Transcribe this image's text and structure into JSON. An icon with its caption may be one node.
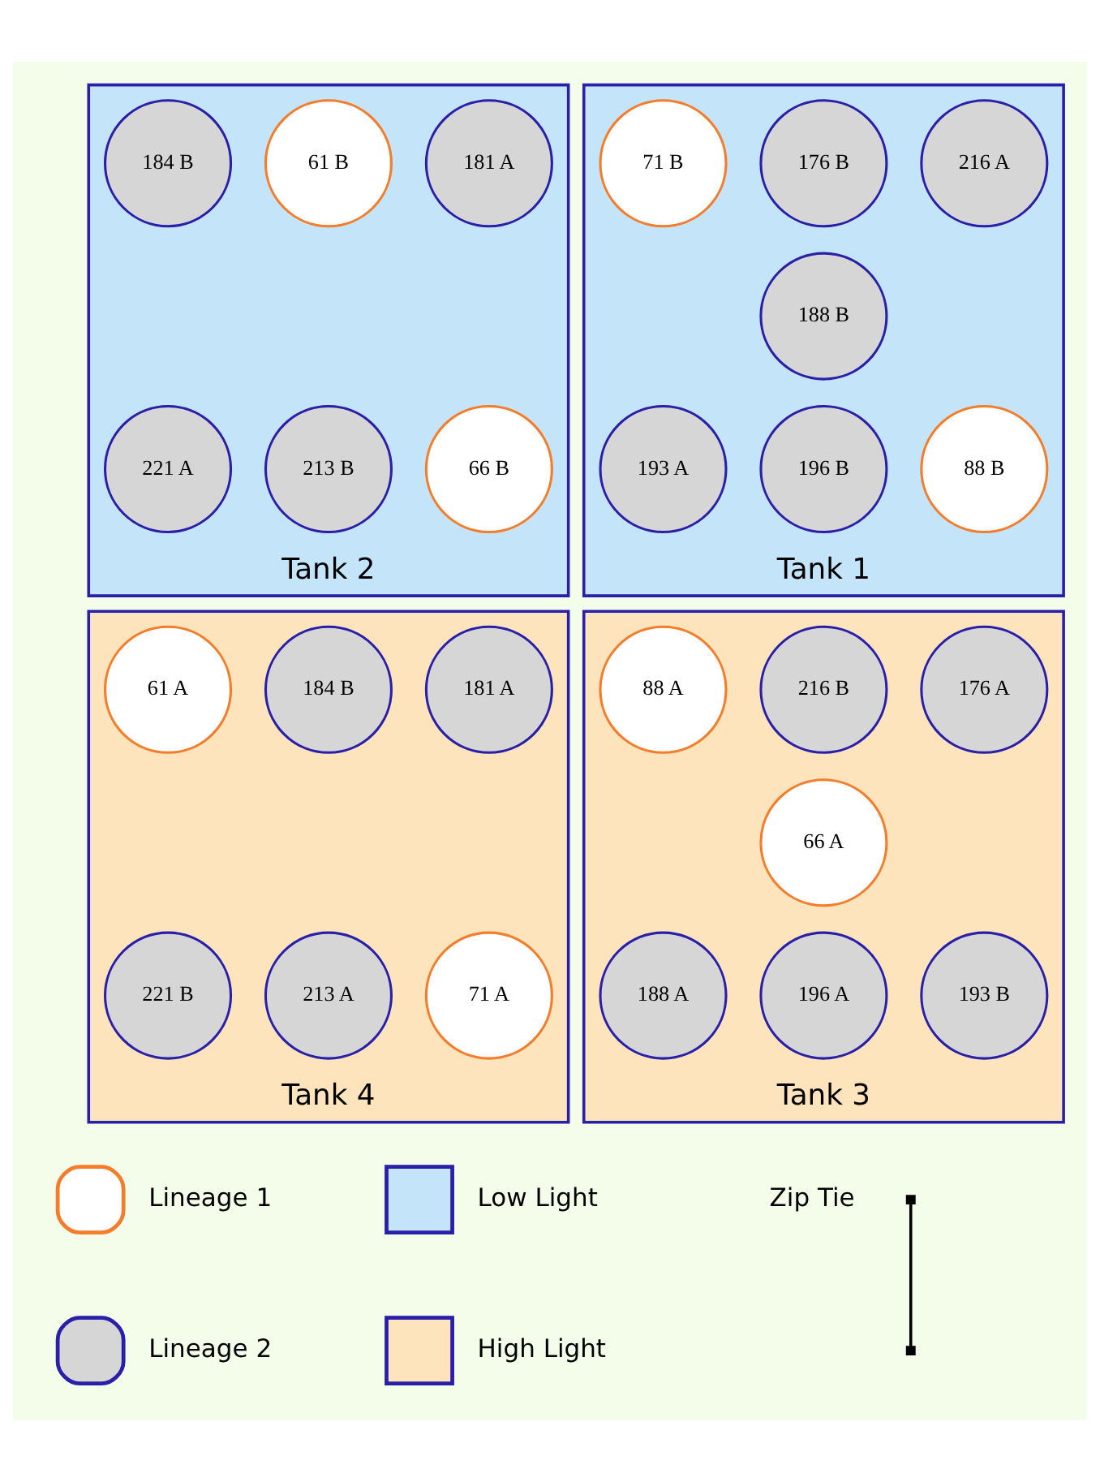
{
  "diagram": {
    "nodes": [
      {
        "text": [
          "Tank 2"
        ]
      },
      {
        "text": [
          "184 B"
        ],
        "in": 0
      },
      {
        "text": [
          "61 B"
        ],
        "in": 0
      },
      {
        "text": [
          "181 A"
        ],
        "in": 0
      },
      {
        "text": [
          "221 A"
        ],
        "in": 0
      },
      {
        "text": [
          "213 B"
        ],
        "in": 0
      },
      {
        "text": [
          "66 B"
        ],
        "in": 0
      },
      {
        "text": [
          "Tank 1"
        ]
      },
      {
        "text": [
          "71 B"
        ],
        "in": 7
      },
      {
        "text": [
          "176 B"
        ],
        "in": 7
      },
      {
        "text": [
          "216 A"
        ],
        "in": 7
      },
      {
        "text": [
          "188 B"
        ],
        "in": 7
      },
      {
        "text": [
          "193 A"
        ],
        "in": 7
      },
      {
        "text": [
          "196 B"
        ],
        "in": 7
      },
      {
        "text": [
          "88 B"
        ],
        "in": 7
      },
      {
        "text": [
          "Tank 4"
        ]
      },
      {
        "text": [
          "61 A"
        ],
        "in": 15
      },
      {
        "text": [
          "184 B"
        ],
        "in": 15
      },
      {
        "text": [
          "181 A"
        ],
        "in": 15
      },
      {
        "text": [
          "221 B"
        ],
        "in": 15
      },
      {
        "text": [
          "213 A"
        ],
        "in": 15
      },
      {
        "text": [
          "71 A"
        ],
        "in": 15
      },
      {
        "text": [
          "Tank 3"
        ]
      },
      {
        "text": [
          "88 A"
        ],
        "in": 22
      },
      {
        "text": [
          "216 B"
        ],
        "in": 22
      },
      {
        "text": [
          "176 A"
        ],
        "in": 22
      },
      {
        "text": [
          "66 A"
        ],
        "in": 22
      },
      {
        "text": [
          "188 A"
        ],
        "in": 22
      },
      {
        "text": [
          "196 A"
        ],
        "in": 22
      },
      {
        "text": [
          "193 B"
        ],
        "in": 22
      }
    ],
    "edges": [],
    "legend": [
      {
        "text": "Lineage 1"
      },
      {
        "text": "Low Light",
        "color": "#c4e4fa"
      },
      {
        "text": "Zip Tie"
      },
      {
        "text": "Lineage 2"
      },
      {
        "text": "High Light",
        "color": "#fde4bc"
      }
    ]
  }
}
